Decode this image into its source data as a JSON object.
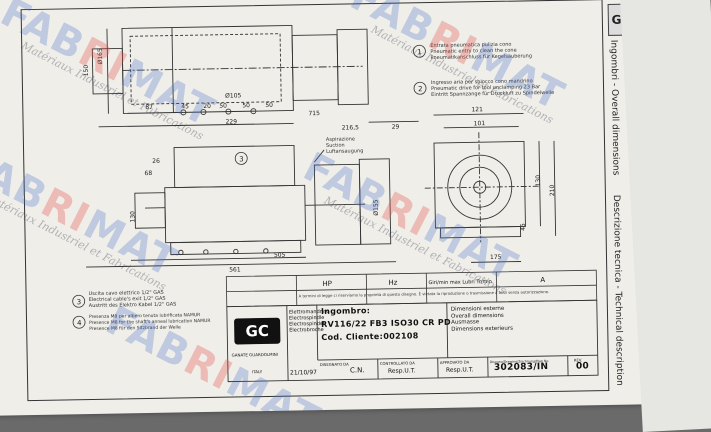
{
  "titles": {
    "overall_dimensions": "Ingombri - Overall dimensions",
    "technical_description": "Descrizione tecnica - Technical description"
  },
  "notes": {
    "note1": [
      "Entrata pneumatica pulizia cono",
      "Pneumatic entry to clean the cone",
      "Pneumatikanschluss für Kegelsäuberung"
    ],
    "note2": [
      "Ingresso aria per sblocco cono mandrino",
      "Pneumatic drive for tool unclamping 23 Bar",
      "Eintritt Spannzange für Druckluft zu Spindelwelle"
    ],
    "suction": [
      "Aspirazione",
      "Suction",
      "Luftansaugung"
    ],
    "cable": [
      "Uscita cavo elettrico 1/2\" GAS",
      "Electrical cable's exit 1/2\" GAS",
      "Austritt des Elektro Kabel 1/2\" GAS"
    ],
    "shaft": [
      "Presenza M8 per albero tenuta lubrificata NAMUR",
      "Presence M8 for the shaft's anneal lubrication NAMUR",
      "Presence M8 für den Sitzbrand der Welle"
    ],
    "circle1": "1",
    "circle2": "2",
    "circle3": "3",
    "circle4": "4"
  },
  "dimensions": {
    "d150": "150",
    "d160": "Ø165",
    "d87": "87",
    "d45": "45",
    "d20": "20",
    "d50a": "50",
    "d50b": "50",
    "d50c": "50",
    "d229": "229",
    "d105": "Ø105",
    "d715": "715",
    "d2165": "216,5",
    "d29": "29",
    "d26": "26",
    "d68": "68",
    "d130": "130",
    "d505": "505",
    "d561": "561",
    "d155": "Ø155",
    "d121": "121",
    "d101": "101",
    "d130b": "130",
    "d210": "210",
    "d45b": "45",
    "d175": "175"
  },
  "revision_table": {
    "hp": "HP",
    "hz": "Hz",
    "note": "Giri/min max Lubri Tr/min",
    "rev": "A"
  },
  "title_block": {
    "logo": "GC",
    "company_line1": "GANATE GUARDOLMINI",
    "company_line2": "ITALY",
    "product_label": [
      "Elettromandrino",
      "Electrospindle",
      "Electrospindel",
      "Électrobroche"
    ],
    "ingombro": "Ingombro:",
    "model": "RV116/22 FB3 ISO30 CR PD",
    "client_code_label": "Cod. Cliente:",
    "client_code": "002108",
    "desc_dims": [
      "Dimensioni esterne",
      "Overall dimensions",
      "Ausmasse",
      "Dimensions exterieurs"
    ],
    "disegnato_label": "DISEGNATO DA",
    "disegnato": "C.N.",
    "date": "21/10/97",
    "controllato_label": "CONTROLLATO DA",
    "controllato": "Resp.U.T.",
    "approvato_label": "APPROVATO DA",
    "approvato": "Resp.U.T.",
    "drawing_no_label": "Disegno/Drawing/Zeichnung/Plan No.",
    "drawing_no": "302083/IN",
    "rev_label": "REV.",
    "rev": "00",
    "disclaimer": "A termini di legge ci riserviamo la proprietà di questo disegno. È vietata la riproduzione o trasmissione a terzi senza autorizzazione."
  },
  "watermark": {
    "brand_a": "FAB",
    "brand_b": "RI",
    "brand_c": "MAT",
    "tagline": "Matériaux Industriel et Fabrications"
  },
  "colors": {
    "paper": "#efeee9",
    "ink": "#222222",
    "watermark_blue": "#466ec8",
    "watermark_red": "#e65046"
  }
}
